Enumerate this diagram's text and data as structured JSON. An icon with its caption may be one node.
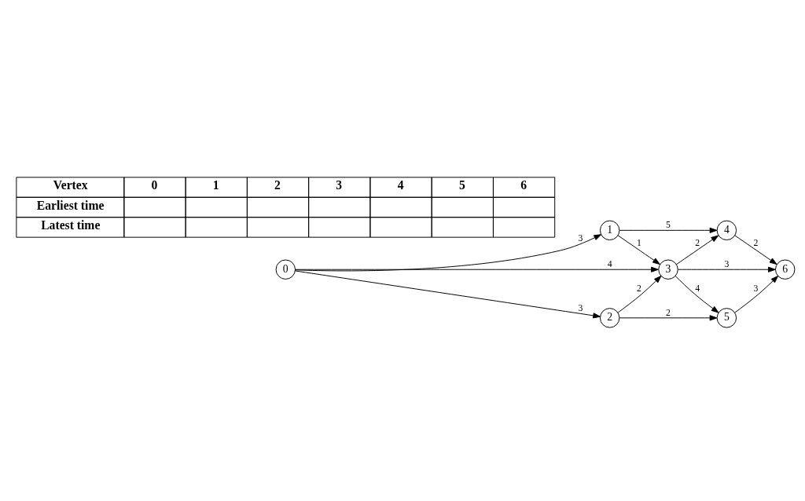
{
  "diagram": {
    "nodes": [
      {
        "text": [
          "0"
        ]
      },
      {
        "text": [
          "1"
        ]
      },
      {
        "text": [
          "2"
        ]
      },
      {
        "text": [
          "3"
        ]
      },
      {
        "text": [
          "4"
        ]
      },
      {
        "text": [
          "5"
        ]
      },
      {
        "text": [
          "6"
        ]
      }
    ],
    "edges": [
      {
        "from": 0,
        "to": 1,
        "arrow": "to",
        "label": "3"
      },
      {
        "from": 0,
        "to": 3,
        "arrow": "to",
        "label": "4"
      },
      {
        "from": 0,
        "to": 2,
        "arrow": "to",
        "label": "3"
      },
      {
        "from": 1,
        "to": 4,
        "arrow": "to",
        "label": "5"
      },
      {
        "from": 1,
        "to": 3,
        "arrow": "to",
        "label": "1"
      },
      {
        "from": 2,
        "to": 3,
        "arrow": "to",
        "label": "2"
      },
      {
        "from": 2,
        "to": 5,
        "arrow": "to",
        "label": "2"
      },
      {
        "from": 3,
        "to": 4,
        "arrow": "to",
        "label": "2"
      },
      {
        "from": 3,
        "to": 6,
        "arrow": "to",
        "label": "3"
      },
      {
        "from": 3,
        "to": 5,
        "arrow": "to",
        "label": "4"
      },
      {
        "from": 4,
        "to": 6,
        "arrow": "to",
        "label": "2"
      },
      {
        "from": 5,
        "to": 6,
        "arrow": "to",
        "label": "3"
      }
    ],
    "labels": [
      "Vertex",
      "0",
      "1",
      "2",
      "3",
      "4",
      "5",
      "6",
      "Earliest time",
      "Latest time"
    ]
  }
}
